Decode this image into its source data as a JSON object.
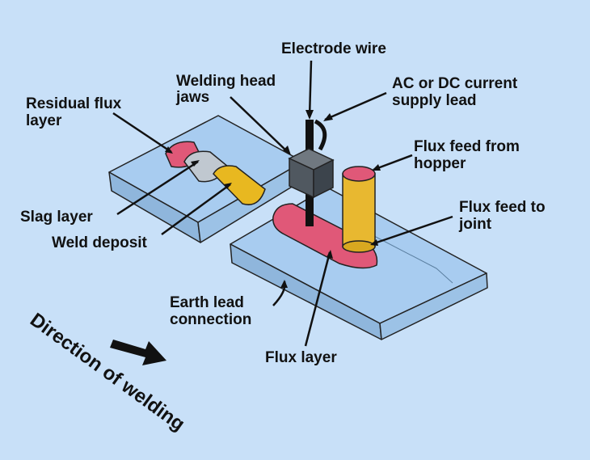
{
  "labels": {
    "electrode_wire": "Electrode wire",
    "welding_head_jaws_1": "Welding head",
    "welding_head_jaws_2": "jaws",
    "supply_lead_1": "AC or DC current",
    "supply_lead_2": "supply lead",
    "residual_flux_1": "Residual flux",
    "residual_flux_2": "layer",
    "flux_feed_hopper_1": "Flux feed from",
    "flux_feed_hopper_2": "hopper",
    "flux_feed_joint_1": "Flux feed to",
    "flux_feed_joint_2": "joint",
    "slag_layer": "Slag layer",
    "weld_deposit": "Weld deposit",
    "earth_lead_1": "Earth lead",
    "earth_lead_2": "connection",
    "flux_layer": "Flux layer",
    "direction": "Direction of welding"
  },
  "colors": {
    "background": "#c8e0f8",
    "plate": "#a8ccf0",
    "flux": "#e05878",
    "slag": "#c0c8d0",
    "weld": "#e8b820",
    "head": "#505860",
    "hopper": "#e8b830"
  }
}
